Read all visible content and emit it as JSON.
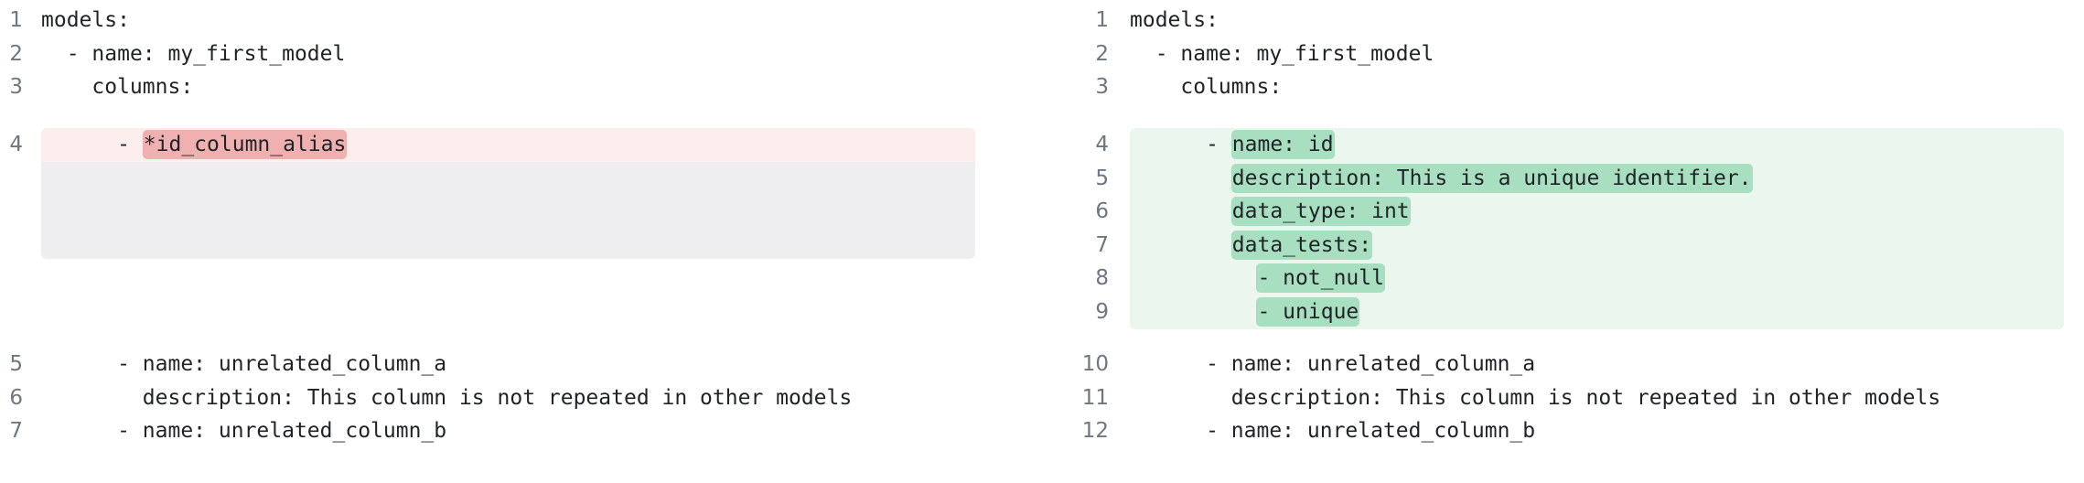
{
  "view": {
    "type": "side-by-side-diff",
    "language": "yaml"
  },
  "colors": {
    "deleted_block_bg": "#fceeed",
    "deleted_inline_bg": "#f1b0b0",
    "filler_bg": "#eeeef0",
    "added_block_bg": "#eaf6ee",
    "added_inline_bg": "#a8dfc1",
    "line_number_fg": "#6e7781",
    "code_fg": "#1f2328",
    "page_bg": "#ffffff"
  },
  "left_pane": {
    "name": "before",
    "lines": [
      {
        "number": "1",
        "indent": "",
        "text": "models:",
        "mark": "",
        "after": "",
        "state": "context"
      },
      {
        "number": "2",
        "indent": "  ",
        "text": "- name: my_first_model",
        "mark": "",
        "after": "",
        "state": "context"
      },
      {
        "number": "3",
        "indent": "    ",
        "text": "columns:",
        "mark": "",
        "after": "",
        "state": "context"
      },
      {
        "number": "4",
        "indent": "      ",
        "text": "- ",
        "mark": "*id_column_alias",
        "after": "",
        "state": "deleted"
      },
      {
        "number": "5",
        "indent": "      ",
        "text": "- name: unrelated_column_a",
        "mark": "",
        "after": "",
        "state": "context"
      },
      {
        "number": "6",
        "indent": "        ",
        "text": "description: This column is not repeated in other models",
        "mark": "",
        "after": "",
        "state": "context"
      },
      {
        "number": "7",
        "indent": "      ",
        "text": "- name: unrelated_column_b",
        "mark": "",
        "after": "",
        "state": "context"
      }
    ]
  },
  "right_pane": {
    "name": "after",
    "lines": [
      {
        "number": "1",
        "indent": "",
        "text": "models:",
        "mark": "",
        "after": "",
        "state": "context"
      },
      {
        "number": "2",
        "indent": "  ",
        "text": "- name: my_first_model",
        "mark": "",
        "after": "",
        "state": "context"
      },
      {
        "number": "3",
        "indent": "    ",
        "text": "columns:",
        "mark": "",
        "after": "",
        "state": "context"
      },
      {
        "number": "4",
        "indent": "      ",
        "text": "- ",
        "mark": "name: id",
        "after": "",
        "state": "added"
      },
      {
        "number": "5",
        "indent": "        ",
        "text": "",
        "mark": "description: This is a unique identifier.",
        "after": "",
        "state": "added"
      },
      {
        "number": "6",
        "indent": "        ",
        "text": "",
        "mark": "data_type: int",
        "after": "",
        "state": "added"
      },
      {
        "number": "7",
        "indent": "        ",
        "text": "",
        "mark": "data_tests:",
        "after": "",
        "state": "added"
      },
      {
        "number": "8",
        "indent": "          ",
        "text": "",
        "mark": "- not_null",
        "after": "",
        "state": "added"
      },
      {
        "number": "9",
        "indent": "          ",
        "text": "",
        "mark": "- unique",
        "after": "",
        "state": "added"
      },
      {
        "number": "10",
        "indent": "      ",
        "text": "- name: unrelated_column_a",
        "mark": "",
        "after": "",
        "state": "context"
      },
      {
        "number": "11",
        "indent": "        ",
        "text": "description: This column is not repeated in other models",
        "mark": "",
        "after": "",
        "state": "context"
      },
      {
        "number": "12",
        "indent": "      ",
        "text": "- name: unrelated_column_b",
        "mark": "",
        "after": "",
        "state": "context"
      }
    ]
  }
}
